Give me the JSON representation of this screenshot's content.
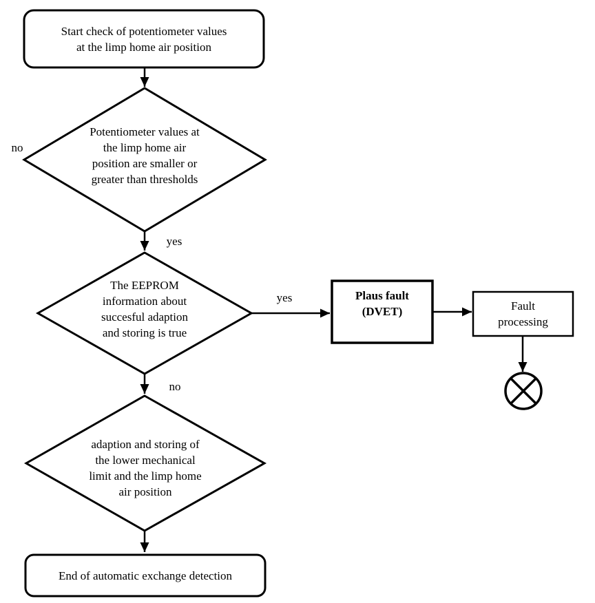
{
  "colors": {
    "stroke": "#000000",
    "background": "#ffffff",
    "text": "#000000"
  },
  "nodes": {
    "start": {
      "shape": "rounded-terminator",
      "text": "Start check of potentiometer values\nat the limp home air position"
    },
    "decision_thresholds": {
      "shape": "diamond",
      "text": "Potentiometer values at\nthe limp home air\nposition are smaller or\ngreater than thresholds"
    },
    "decision_eeprom": {
      "shape": "diamond",
      "text": "The EEPROM\ninformation about\nsuccesful adaption\nand storing is true"
    },
    "plaus_fault": {
      "shape": "rectangle",
      "text": "Plaus fault\n(DVET)"
    },
    "fault_processing": {
      "shape": "rectangle",
      "text": "Fault\nprocessing"
    },
    "decision_adaption": {
      "shape": "diamond",
      "text": "adaption and storing of\nthe lower mechanical\nlimit and the limp home\nair position"
    },
    "end": {
      "shape": "rounded-terminator",
      "text": "End of automatic exchange detection"
    },
    "connector": {
      "shape": "crossed-circle"
    }
  },
  "edge_labels": {
    "thresholds_no": "no",
    "thresholds_yes": "yes",
    "eeprom_yes": "yes",
    "eeprom_no": "no"
  }
}
